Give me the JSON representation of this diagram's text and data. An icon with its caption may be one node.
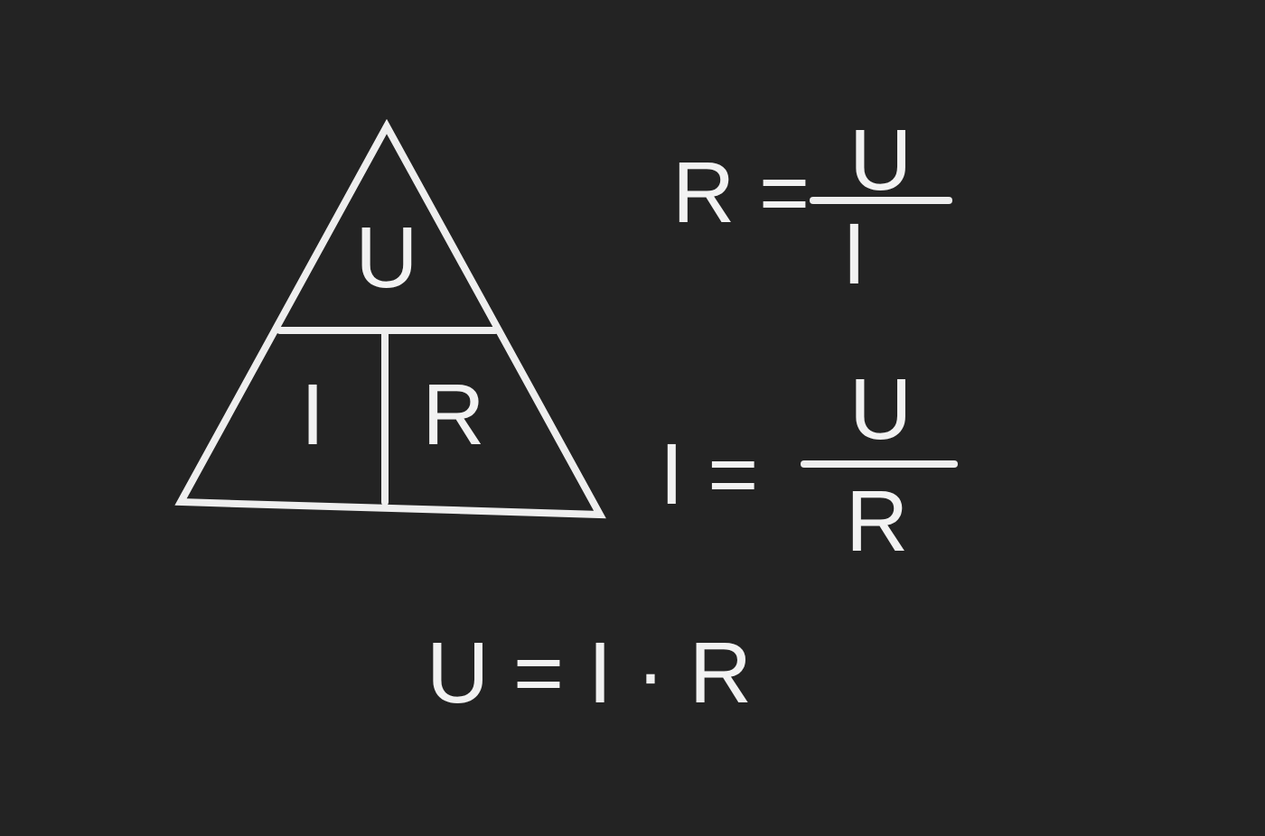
{
  "diagram": {
    "nodes": [
      {
        "text": [
          "U"
        ]
      },
      {
        "text": [
          "I"
        ]
      },
      {
        "text": [
          "R"
        ]
      }
    ],
    "edges": [],
    "labels": [
      "R =",
      "U",
      "I",
      "I =",
      "U",
      "R",
      "U = I · R"
    ]
  }
}
